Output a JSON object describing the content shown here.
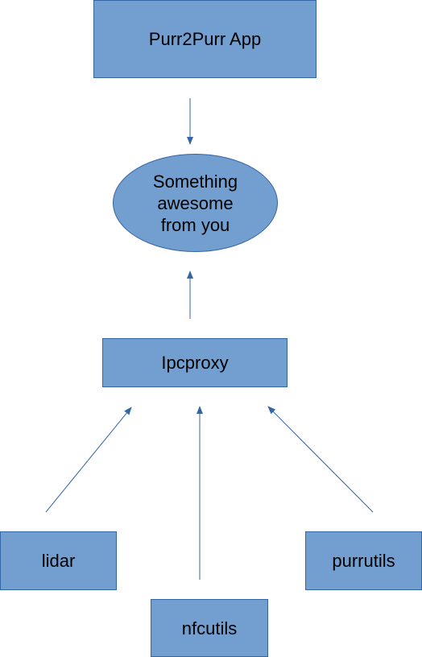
{
  "diagram": {
    "colors": {
      "node_fill": "#729fcf",
      "node_border": "#3465a4",
      "arrow": "#3465a4",
      "text": "#000000"
    },
    "nodes": {
      "app": {
        "label": "Purr2Purr App"
      },
      "center": {
        "label": "Something\nawesome\nfrom you"
      },
      "ipcproxy": {
        "label": "Ipcproxy"
      },
      "lidar": {
        "label": "lidar"
      },
      "nfcutils": {
        "label": "nfcutils"
      },
      "purrutils": {
        "label": "purrutils"
      }
    },
    "edges": [
      {
        "from": "app",
        "to": "center"
      },
      {
        "from": "ipcproxy",
        "to": "center"
      },
      {
        "from": "lidar",
        "to": "ipcproxy"
      },
      {
        "from": "nfcutils",
        "to": "ipcproxy"
      },
      {
        "from": "purrutils",
        "to": "ipcproxy"
      }
    ]
  }
}
